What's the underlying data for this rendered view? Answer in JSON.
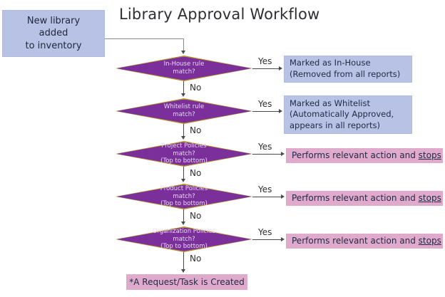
{
  "diagram": {
    "title": "Library Approval Workflow",
    "type": "flowchart",
    "colors": {
      "decision_fill": "#7a2f9b",
      "decision_border": "#b38a2c",
      "decision_text": "#e9d9f2",
      "terminal_blue": "#b8c2e4",
      "terminal_pink": "#e0aacd",
      "connector": "#4a4a4a",
      "text": "#2f2f33",
      "background": "#ffffff"
    },
    "start": {
      "lines": [
        "New library",
        "added",
        "to inventory"
      ]
    },
    "decisions": [
      {
        "id": "in-house",
        "lines": [
          "In-House rule",
          "match?"
        ],
        "yes_label": "Yes",
        "no_label": "No"
      },
      {
        "id": "whitelist",
        "lines": [
          "Whitelist rule",
          "match?"
        ],
        "yes_label": "Yes",
        "no_label": "No"
      },
      {
        "id": "project-policies",
        "lines": [
          "Project Policies",
          "match?",
          "(Top to bottom)"
        ],
        "yes_label": "Yes",
        "no_label": "No"
      },
      {
        "id": "product-policies",
        "lines": [
          "Product Policies",
          "match?",
          "(Top to bottom)"
        ],
        "yes_label": "Yes",
        "no_label": "No"
      },
      {
        "id": "organization-policies",
        "lines": [
          "Organization Policies",
          "match?",
          "(Top to bottom)"
        ],
        "yes_label": "Yes",
        "no_label": "No"
      }
    ],
    "outcomes": [
      {
        "id": "in-house-result",
        "style": "blue",
        "lines": [
          "Marked as In-House",
          "(Removed from all reports)"
        ]
      },
      {
        "id": "whitelist-result",
        "style": "blue",
        "lines": [
          "Marked as Whitelist",
          "(Automatically Approved,",
          "appears in all reports)"
        ]
      },
      {
        "id": "project-policy-result",
        "style": "pink",
        "text_before": "Performs relevant action and ",
        "text_underlined": "stops"
      },
      {
        "id": "product-policy-result",
        "style": "pink",
        "text_before": "Performs relevant action and ",
        "text_underlined": "stops"
      },
      {
        "id": "organization-policy-result",
        "style": "pink",
        "text_before": "Performs relevant action and ",
        "text_underlined": "stops"
      }
    ],
    "final": {
      "id": "request-task-created",
      "style": "pink",
      "text": "*A Request/Task is Created"
    }
  }
}
